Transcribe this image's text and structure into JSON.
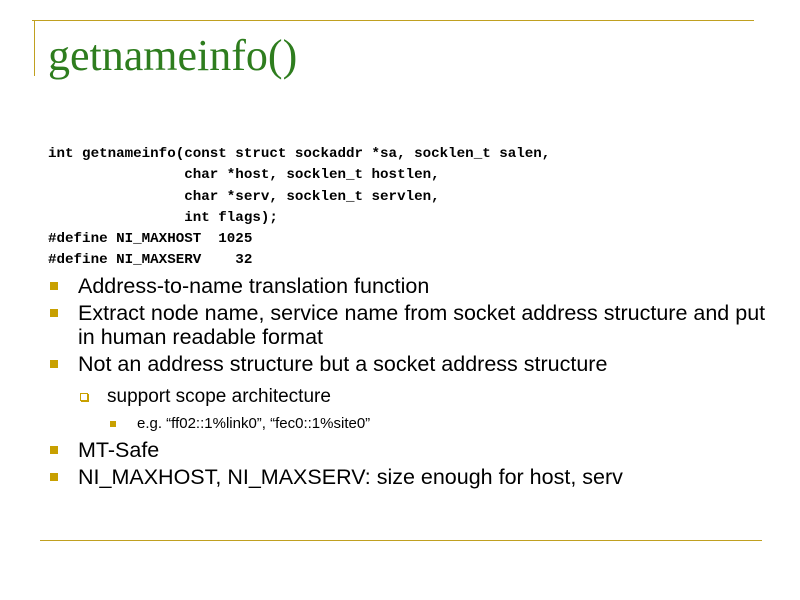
{
  "slide": {
    "title": "getnameinfo()",
    "code": "int getnameinfo(const struct sockaddr *sa, socklen_t salen,\n                char *host, socklen_t hostlen,\n                char *serv, socklen_t servlen,\n                int flags);\n#define NI_MAXHOST  1025\n#define NI_MAXSERV    32",
    "bullets": [
      "Address-to-name translation function",
      "Extract node name, service name from socket address structure and put in human readable format",
      "Not an address structure but a socket address structure",
      "support scope architecture",
      "e.g. “ff02::1%link0”, “fec0::1%site0”",
      "MT-Safe",
      "NI_MAXHOST, NI_MAXSERV: size enough for host, serv"
    ]
  },
  "colors": {
    "title": "#2e7d1e",
    "accent": "#c8a000",
    "rule": "#c0a020"
  }
}
